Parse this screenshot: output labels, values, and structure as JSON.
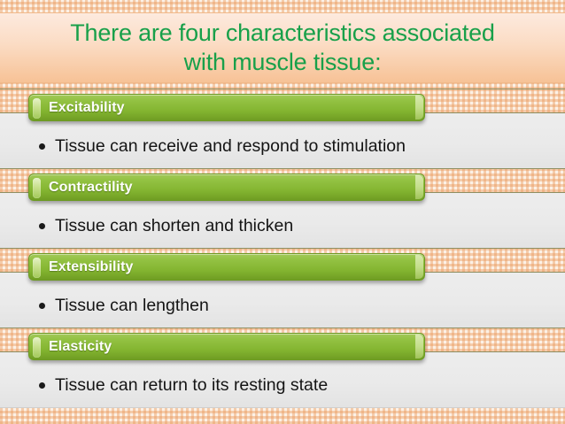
{
  "slide": {
    "title": "There are four characteristics associated\nwith muscle tissue:",
    "title_color": "#18a04a",
    "banner_color": "#8cbe3f",
    "panel_color": "#ebebeb",
    "background_pattern": "orange-gingham"
  },
  "sections": [
    {
      "heading": "Excitability",
      "bullet": "Tissue can receive and respond to stimulation"
    },
    {
      "heading": "Contractility",
      "bullet": "Tissue can shorten and thicken"
    },
    {
      "heading": "Extensibility",
      "bullet": "Tissue can lengthen"
    },
    {
      "heading": "Elasticity",
      "bullet": "Tissue can return to its resting state"
    }
  ]
}
